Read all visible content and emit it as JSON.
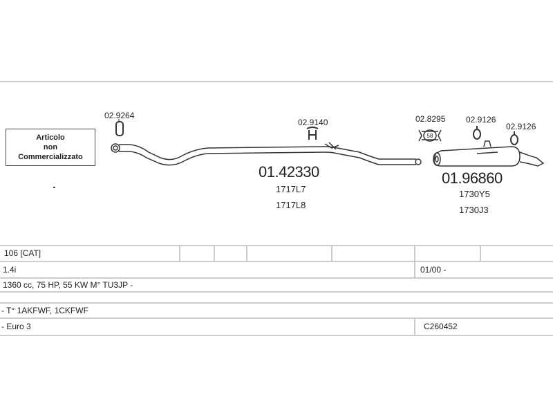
{
  "diagram": {
    "notice": [
      "Articolo",
      "non",
      "Commercializzato"
    ],
    "parts": {
      "gasket_front": "02.9264",
      "front_pipe": "01.42330",
      "front_pipe_ref1": "1717L7",
      "front_pipe_ref2": "1717L8",
      "clamp_mid": "02.9140",
      "clamp_rear": "02.8295",
      "clamp_rear_value": "58",
      "hanger_1": "02.9126",
      "hanger_2": "02.9126",
      "rear_silencer": "01.96860",
      "rear_silencer_ref1": "1730Y5",
      "rear_silencer_ref2": "1730J3"
    }
  },
  "vehicle_info": {
    "model": "106  [CAT]",
    "engine": "1.4i",
    "date": "01/00 -",
    "specs": "1360 cc, 75 HP, 55 KW M° TU3JP -",
    "engine_codes": "- T° 1AKFWF, 1CKFWF",
    "emission": "- Euro 3",
    "code": "C260452"
  }
}
